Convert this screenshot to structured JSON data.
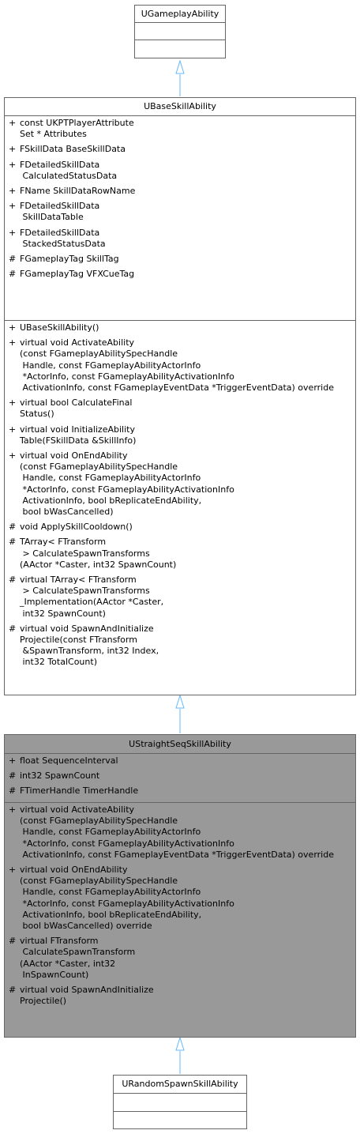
{
  "colors": {
    "border": "#666666",
    "highlight_fill": "#999999",
    "arrow": "#63b8ff"
  },
  "classes": {
    "gameplay_ability": {
      "name": "UGameplayAbility",
      "attributes": [],
      "methods": []
    },
    "base_skill_ability": {
      "name": "UBaseSkillAbility",
      "attributes": [
        {
          "vis": "+",
          "text": "const UKPTPlayerAttribute\nSet * Attributes"
        },
        {
          "vis": "+",
          "text": "FSkillData BaseSkillData"
        },
        {
          "vis": "+",
          "text": "FDetailedSkillData\n CalculatedStatusData"
        },
        {
          "vis": "+",
          "text": "FName SkillDataRowName"
        },
        {
          "vis": "+",
          "text": "FDetailedSkillData\n SkillDataTable"
        },
        {
          "vis": "+",
          "text": "FDetailedSkillData\n StackedStatusData"
        },
        {
          "vis": "#",
          "text": "FGameplayTag SkillTag"
        },
        {
          "vis": "#",
          "text": "FGameplayTag VFXCueTag"
        }
      ],
      "methods": [
        {
          "vis": "+",
          "text": "UBaseSkillAbility()"
        },
        {
          "vis": "+",
          "text": "virtual void ActivateAbility\n(const FGameplayAbilitySpecHandle\n Handle, const FGameplayAbilityActorInfo\n *ActorInfo, const FGameplayAbilityActivationInfo\n ActivationInfo, const FGameplayEventData *TriggerEventData) override"
        },
        {
          "vis": "+",
          "text": "virtual bool CalculateFinal\nStatus()"
        },
        {
          "vis": "+",
          "text": "virtual void InitializeAbility\nTable(FSkillData &SkillInfo)"
        },
        {
          "vis": "+",
          "text": "virtual void OnEndAbility\n(const FGameplayAbilitySpecHandle\n Handle, const FGameplayAbilityActorInfo\n *ActorInfo, const FGameplayAbilityActivationInfo\n ActivationInfo, bool bReplicateEndAbility,\n bool bWasCancelled)"
        },
        {
          "vis": "#",
          "text": "void ApplySkillCooldown()"
        },
        {
          "vis": "#",
          "text": "TArray< FTransform\n > CalculateSpawnTransforms\n(AActor *Caster, int32 SpawnCount)"
        },
        {
          "vis": "#",
          "text": "virtual TArray< FTransform\n > CalculateSpawnTransforms\n_Implementation(AActor *Caster,\n int32 SpawnCount)"
        },
        {
          "vis": "#",
          "text": "virtual void SpawnAndInitialize\nProjectile(const FTransform\n &SpawnTransform, int32 Index,\n int32 TotalCount)"
        }
      ]
    },
    "straight_seq_skill_ability": {
      "name": "UStraightSeqSkillAbility",
      "attributes": [
        {
          "vis": "+",
          "text": "float SequenceInterval"
        },
        {
          "vis": "#",
          "text": "int32 SpawnCount"
        },
        {
          "vis": "#",
          "text": "FTimerHandle TimerHandle"
        }
      ],
      "methods": [
        {
          "vis": "+",
          "text": "virtual void ActivateAbility\n(const FGameplayAbilitySpecHandle\n Handle, const FGameplayAbilityActorInfo\n *ActorInfo, const FGameplayAbilityActivationInfo\n ActivationInfo, const FGameplayEventData *TriggerEventData) override"
        },
        {
          "vis": "+",
          "text": "virtual void OnEndAbility\n(const FGameplayAbilitySpecHandle\n Handle, const FGameplayAbilityActorInfo\n *ActorInfo, const FGameplayAbilityActivationInfo\n ActivationInfo, bool bReplicateEndAbility,\n bool bWasCancelled) override"
        },
        {
          "vis": "#",
          "text": "virtual FTransform\n CalculateSpawnTransform\n(AActor *Caster, int32\n InSpawnCount)"
        },
        {
          "vis": "#",
          "text": "virtual void SpawnAndInitialize\nProjectile()"
        }
      ]
    },
    "random_spawn_skill_ability": {
      "name": "URandomSpawnSkillAbility",
      "attributes": [],
      "methods": []
    }
  }
}
